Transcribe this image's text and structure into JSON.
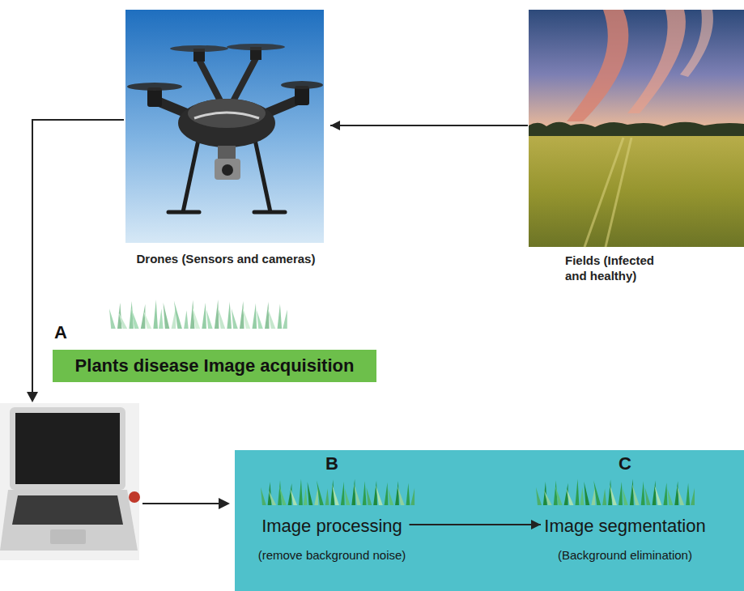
{
  "diagram": {
    "nodes": [
      {
        "text": [
          "Drones (Sensors and cameras)"
        ]
      },
      {
        "text": [
          "Fields (Infected and healthy)"
        ]
      },
      {
        "text": [
          "A",
          "Plants disease Image acquisition"
        ]
      },
      {
        "text": [
          "B",
          "Image processing",
          "(remove background noise)"
        ]
      },
      {
        "text": [
          "C",
          "Image segmentation",
          "(Background elimination)"
        ]
      }
    ],
    "edges": [
      {
        "from": 1,
        "to": 0,
        "arrow": "to"
      },
      {
        "from": 3,
        "to": 4,
        "arrow": "to"
      }
    ]
  }
}
